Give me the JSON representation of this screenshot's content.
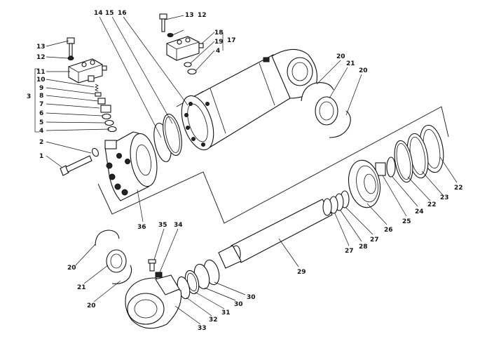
{
  "diagram": {
    "labels": [
      {
        "id": "l1",
        "text": "1"
      },
      {
        "id": "l2",
        "text": "2"
      },
      {
        "id": "l3",
        "text": "3"
      },
      {
        "id": "l4a",
        "text": "4"
      },
      {
        "id": "l5",
        "text": "5"
      },
      {
        "id": "l6",
        "text": "6"
      },
      {
        "id": "l7",
        "text": "7"
      },
      {
        "id": "l8",
        "text": "8"
      },
      {
        "id": "l9",
        "text": "9"
      },
      {
        "id": "l10",
        "text": "10"
      },
      {
        "id": "l11",
        "text": "11"
      },
      {
        "id": "l12a",
        "text": "12"
      },
      {
        "id": "l13a",
        "text": "13"
      },
      {
        "id": "l14",
        "text": "14"
      },
      {
        "id": "l15",
        "text": "15"
      },
      {
        "id": "l16",
        "text": "16"
      },
      {
        "id": "l13b",
        "text": "13"
      },
      {
        "id": "l12b",
        "text": "12"
      },
      {
        "id": "l18",
        "text": "18"
      },
      {
        "id": "l19",
        "text": "19"
      },
      {
        "id": "l4b",
        "text": "4"
      },
      {
        "id": "l17",
        "text": "17"
      },
      {
        "id": "l20a",
        "text": "20"
      },
      {
        "id": "l21a",
        "text": "21"
      },
      {
        "id": "l20b",
        "text": "20"
      },
      {
        "id": "l36",
        "text": "36"
      },
      {
        "id": "l22a",
        "text": "22"
      },
      {
        "id": "l23",
        "text": "23"
      },
      {
        "id": "l22b",
        "text": "22"
      },
      {
        "id": "l24",
        "text": "24"
      },
      {
        "id": "l25",
        "text": "25"
      },
      {
        "id": "l26",
        "text": "26"
      },
      {
        "id": "l27a",
        "text": "27"
      },
      {
        "id": "l28",
        "text": "28"
      },
      {
        "id": "l27b",
        "text": "27"
      },
      {
        "id": "l29",
        "text": "29"
      },
      {
        "id": "l35",
        "text": "35"
      },
      {
        "id": "l34",
        "text": "34"
      },
      {
        "id": "l20c",
        "text": "20"
      },
      {
        "id": "l21b",
        "text": "21"
      },
      {
        "id": "l20d",
        "text": "20"
      },
      {
        "id": "l30a",
        "text": "30"
      },
      {
        "id": "l30b",
        "text": "30"
      },
      {
        "id": "l31",
        "text": "31"
      },
      {
        "id": "l32",
        "text": "32"
      },
      {
        "id": "l33",
        "text": "33"
      }
    ]
  }
}
